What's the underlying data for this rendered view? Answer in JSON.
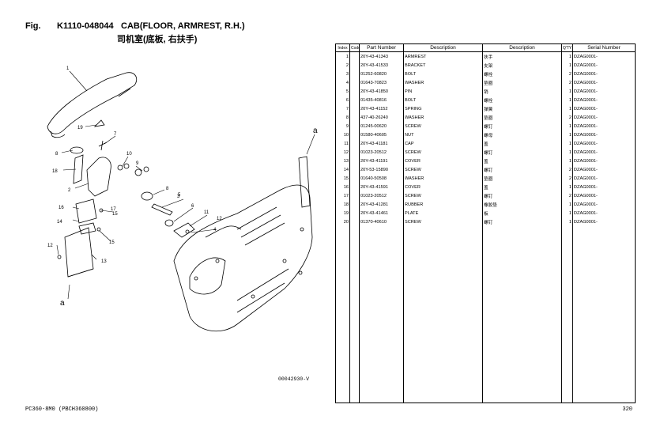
{
  "header": {
    "fig_label": "Fig.",
    "fig_code": "K1110-048044",
    "title": "CAB(FLOOR, ARMREST, R.H.)",
    "subtitle": "司机室(底板, 右扶手)"
  },
  "diagram": {
    "code": "00042930-V",
    "callouts": [
      "1",
      "19",
      "7",
      "10",
      "8",
      "18",
      "9",
      "11",
      "2",
      "6",
      "3",
      "8",
      "5",
      "4",
      "15",
      "16",
      "17",
      "14",
      "12",
      "15",
      "13",
      "12"
    ],
    "ref_marks": [
      "a",
      "a"
    ]
  },
  "table": {
    "columns": [
      "Index",
      "Code",
      "Part Number",
      "Description",
      "Description",
      "Q'TY",
      "Serial Number"
    ],
    "rows": [
      {
        "index": "1",
        "code": "",
        "part": "20Y-43-41343",
        "desc_en": "ARMREST",
        "desc_cn": "扶手",
        "qty": "1",
        "serial": "DZAG0001-"
      },
      {
        "index": "2",
        "code": "",
        "part": "20Y-43-41533",
        "desc_en": "BRACKET",
        "desc_cn": "支架",
        "qty": "1",
        "serial": "DZAG0001-"
      },
      {
        "index": "3",
        "code": "",
        "part": "01252-60820",
        "desc_en": "BOLT",
        "desc_cn": "螺栓",
        "qty": "2",
        "serial": "DZAG0001-"
      },
      {
        "index": "4",
        "code": "",
        "part": "01643-70823",
        "desc_en": "WASHER",
        "desc_cn": "垫圈",
        "qty": "2",
        "serial": "DZAG0001-"
      },
      {
        "index": "5",
        "code": "",
        "part": "20Y-43-41850",
        "desc_en": "PIN",
        "desc_cn": "销",
        "qty": "1",
        "serial": "DZAG0001-"
      },
      {
        "index": "6",
        "code": "",
        "part": "01435-40816",
        "desc_en": "BOLT",
        "desc_cn": "螺栓",
        "qty": "1",
        "serial": "DZAG0001-"
      },
      {
        "index": "7",
        "code": "",
        "part": "20Y-43-41152",
        "desc_en": "SPRING",
        "desc_cn": "弹簧",
        "qty": "1",
        "serial": "DZAG0001-"
      },
      {
        "index": "8",
        "code": "",
        "part": "437-40-26240",
        "desc_en": "WASHER",
        "desc_cn": "垫圈",
        "qty": "2",
        "serial": "DZAG0001-"
      },
      {
        "index": "9",
        "code": "",
        "part": "01245-00620",
        "desc_en": "SCREW",
        "desc_cn": "螺钉",
        "qty": "1",
        "serial": "DZAG0001-"
      },
      {
        "index": "10",
        "code": "",
        "part": "01580-40605",
        "desc_en": "NUT",
        "desc_cn": "螺母",
        "qty": "1",
        "serial": "DZAG0001-"
      },
      {
        "index": "11",
        "code": "",
        "part": "20Y-43-41181",
        "desc_en": "CAP",
        "desc_cn": "盖",
        "qty": "1",
        "serial": "DZAG0001-"
      },
      {
        "index": "12",
        "code": "",
        "part": "01023-20512",
        "desc_en": "SCREW",
        "desc_cn": "螺钉",
        "qty": "1",
        "serial": "DZAG0001-"
      },
      {
        "index": "13",
        "code": "",
        "part": "20Y-43-41191",
        "desc_en": "COVER",
        "desc_cn": "盖",
        "qty": "1",
        "serial": "DZAG0001-"
      },
      {
        "index": "14",
        "code": "",
        "part": "20Y-53-15890",
        "desc_en": "SCREW",
        "desc_cn": "螺钉",
        "qty": "2",
        "serial": "DZAG0001-"
      },
      {
        "index": "15",
        "code": "",
        "part": "01640-50508",
        "desc_en": "WASHER",
        "desc_cn": "垫圈",
        "qty": "2",
        "serial": "DZAG0001-"
      },
      {
        "index": "16",
        "code": "",
        "part": "20Y-43-41591",
        "desc_en": "COVER",
        "desc_cn": "盖",
        "qty": "1",
        "serial": "DZAG0001-"
      },
      {
        "index": "17",
        "code": "",
        "part": "01023-20512",
        "desc_en": "SCREW",
        "desc_cn": "螺钉",
        "qty": "2",
        "serial": "DZAG0001-"
      },
      {
        "index": "18",
        "code": "",
        "part": "20Y-43-41281",
        "desc_en": "RUBBER",
        "desc_cn": "橡胶垫",
        "qty": "1",
        "serial": "DZAG0001-"
      },
      {
        "index": "19",
        "code": "",
        "part": "20Y-43-41461",
        "desc_en": "PLATE",
        "desc_cn": "板",
        "qty": "1",
        "serial": "DZAG0001-"
      },
      {
        "index": "20",
        "code": "",
        "part": "01370-40610",
        "desc_en": "SCREW",
        "desc_cn": "螺钉",
        "qty": "1",
        "serial": "DZAG0001-"
      }
    ]
  },
  "footer": {
    "model": "PC360-8M0 (PBCH360800)",
    "page": "320"
  }
}
